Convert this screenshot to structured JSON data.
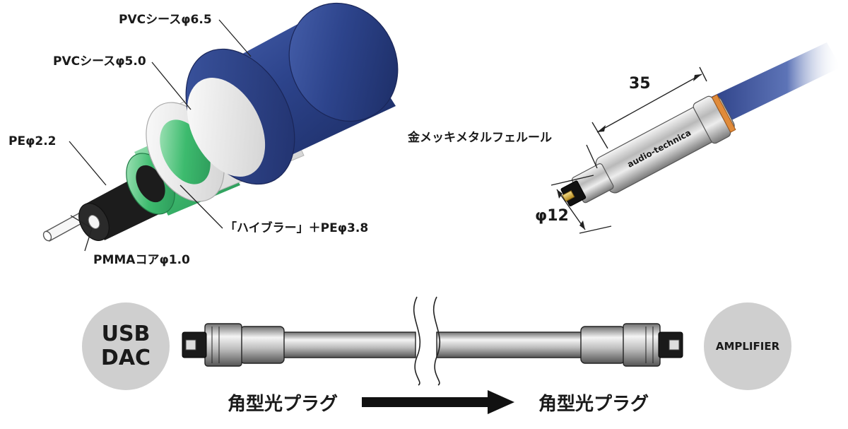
{
  "cross_section": {
    "outer_sheath": "PVCシースφ6.5",
    "inner_sheath": "PVCシースφ5.0",
    "pe_inner": "PEφ2.2",
    "hybrid": "「ハイブラー」＋PEφ3.8",
    "core": "PMMAコアφ1.0"
  },
  "connector": {
    "dim_length": "35",
    "ferrule_label": "金メッキメタルフェルール",
    "dim_diameter": "φ12",
    "brand": "audio-technica"
  },
  "flow": {
    "source": [
      "USB",
      "DAC"
    ],
    "destination": "AMPLIFIER",
    "plug_left": "角型光プラグ",
    "plug_right": "角型光プラグ"
  },
  "colors": {
    "sheath_blue": "#27397a",
    "white_sheath": "#eeeeee",
    "green_hybrid": "#39b46a",
    "black_pe": "#1c1c1c",
    "circle_gray": "#cfcfcf"
  }
}
